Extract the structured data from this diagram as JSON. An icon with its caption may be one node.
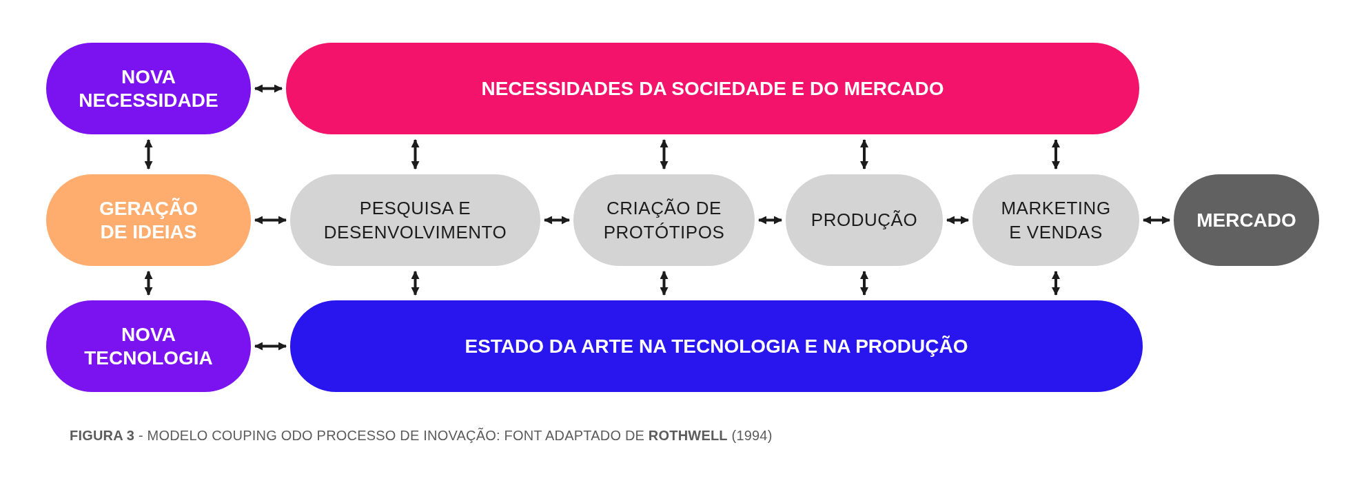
{
  "diagram": {
    "nodes": [
      {
        "text": [
          "NOVA NECESSIDADE"
        ]
      },
      {
        "text": [
          "NECESSIDADES DA SOCIEDADE E DO MERCADO"
        ]
      },
      {
        "text": [
          "GERAÇÃO DE IDEIAS"
        ]
      },
      {
        "text": [
          "PESQUISA E DESENVOLVIMENTO"
        ]
      },
      {
        "text": [
          "CRIAÇÃO DE PROTÓTIPOS"
        ]
      },
      {
        "text": [
          "PRODUÇÃO"
        ]
      },
      {
        "text": [
          "MARKETING E VENDAS"
        ]
      },
      {
        "text": [
          "MERCADO"
        ]
      },
      {
        "text": [
          "NOVA TECNOLOGIA"
        ]
      },
      {
        "text": [
          "ESTADO DA ARTE NA TECNOLOGIA E NA PRODUÇÃO"
        ]
      }
    ],
    "edges": [
      {
        "from": 0,
        "to": 1,
        "arrow": "both"
      },
      {
        "from": 0,
        "to": 2,
        "arrow": "both"
      },
      {
        "from": 1,
        "to": 3,
        "arrow": "both"
      },
      {
        "from": 1,
        "to": 4,
        "arrow": "both"
      },
      {
        "from": 1,
        "to": 5,
        "arrow": "both"
      },
      {
        "from": 1,
        "to": 6,
        "arrow": "both"
      },
      {
        "from": 2,
        "to": 3,
        "arrow": "both"
      },
      {
        "from": 3,
        "to": 4,
        "arrow": "both"
      },
      {
        "from": 4,
        "to": 5,
        "arrow": "both"
      },
      {
        "from": 5,
        "to": 6,
        "arrow": "both"
      },
      {
        "from": 6,
        "to": 7,
        "arrow": "both"
      },
      {
        "from": 2,
        "to": 8,
        "arrow": "both"
      },
      {
        "from": 3,
        "to": 9,
        "arrow": "both"
      },
      {
        "from": 4,
        "to": 9,
        "arrow": "both"
      },
      {
        "from": 5,
        "to": 9,
        "arrow": "both"
      },
      {
        "from": 6,
        "to": 9,
        "arrow": "both"
      },
      {
        "from": 8,
        "to": 9,
        "arrow": "both"
      }
    ],
    "caption": "**FIGURA 3** - MODELO COUPING ODO PROCESSO DE INOVAÇÃO: FONT ADAPTADO DE **ROTHWELL** (1994)"
  }
}
